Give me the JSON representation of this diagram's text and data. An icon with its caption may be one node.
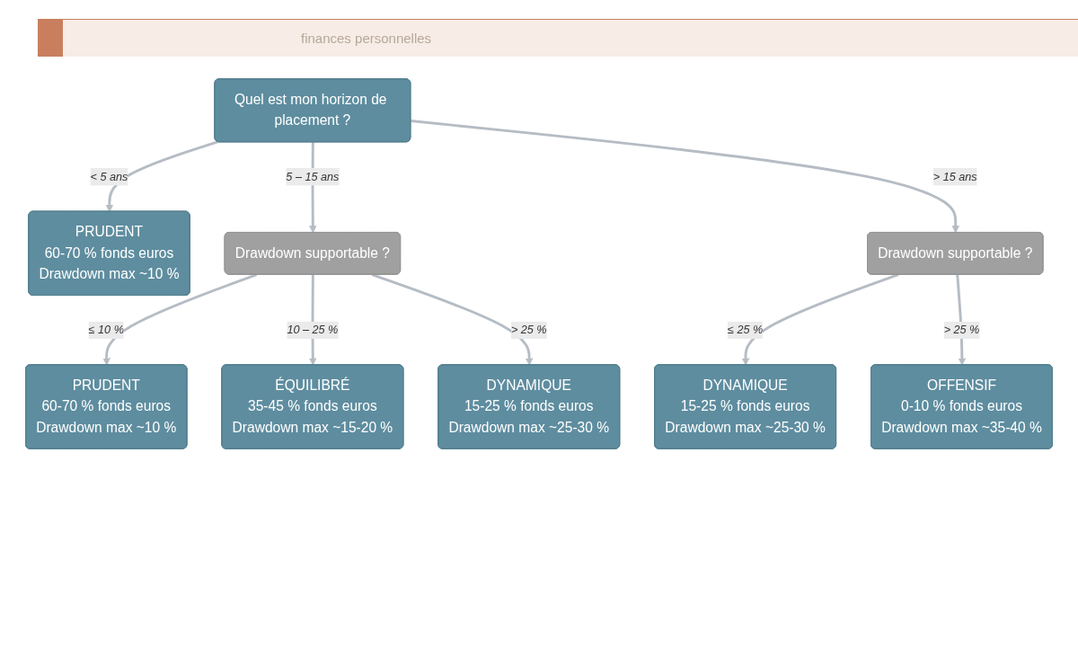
{
  "diagram": {
    "nodes": [
      {
        "text": [
          "Quel est mon horizon de placement ?"
        ]
      },
      {
        "text": [
          "PRUDENT",
          "60-70 % fonds euros",
          "Drawdown max ~10 %"
        ]
      },
      {
        "text": [
          "Drawdown supportable ?"
        ]
      },
      {
        "text": [
          "Drawdown supportable ?"
        ]
      },
      {
        "text": [
          "PRUDENT",
          "60-70 % fonds euros",
          "Drawdown max ~10 %"
        ]
      },
      {
        "text": [
          "ÉQUILIBRÉ",
          "35-45 % fonds euros",
          "Drawdown max ~15-20 %"
        ]
      },
      {
        "text": [
          "DYNAMIQUE",
          "15-25 % fonds euros",
          "Drawdown max ~25-30 %"
        ]
      },
      {
        "text": [
          "DYNAMIQUE",
          "15-25 % fonds euros",
          "Drawdown max ~25-30 %"
        ]
      },
      {
        "text": [
          "OFFENSIF",
          "0-10 % fonds euros",
          "Drawdown max ~35-40 %"
        ]
      }
    ],
    "edges": [
      {
        "from": 0,
        "to": 1,
        "arrow": "to",
        "label": "< 5 ans"
      },
      {
        "from": 0,
        "to": 2,
        "arrow": "to",
        "label": "5 – 15 ans"
      },
      {
        "from": 0,
        "to": 3,
        "arrow": "to",
        "label": "> 15 ans"
      },
      {
        "from": 2,
        "to": 4,
        "arrow": "to",
        "label": "≤ 10 %"
      },
      {
        "from": 2,
        "to": 5,
        "arrow": "to",
        "label": "10 – 25 %"
      },
      {
        "from": 2,
        "to": 6,
        "arrow": "to",
        "label": "> 25 %"
      },
      {
        "from": 3,
        "to": 7,
        "arrow": "to",
        "label": "≤ 25 %"
      },
      {
        "from": 3,
        "to": 8,
        "arrow": "to",
        "label": "> 25 %"
      }
    ],
    "labels": [
      "finances personnelles"
    ]
  }
}
